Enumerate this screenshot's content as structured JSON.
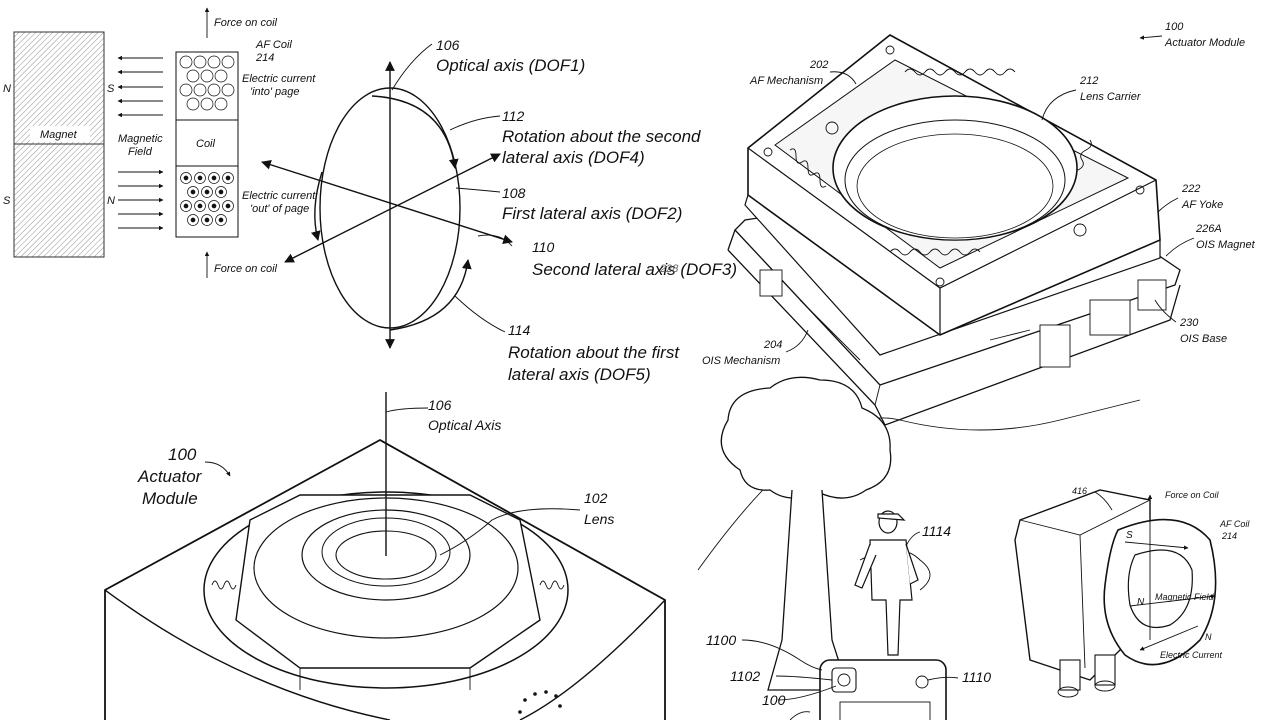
{
  "figure_a": {
    "force_top": "Force on coil",
    "force_bottom": "Force on coil",
    "af_coil": "AF Coil",
    "af_coil_num": "214",
    "current_into_1": "Electric current",
    "current_into_2": "'into' page",
    "current_out_1": "Electric current",
    "current_out_2": "'out' of page",
    "magnet": "Magnet",
    "magnetic_field_1": "Magnetic",
    "magnetic_field_2": "Field",
    "coil": "Coil",
    "n_left": "N",
    "s_left": "S",
    "s_right": "S",
    "n_right": "N"
  },
  "figure_b": {
    "optical_num": "106",
    "optical_axis": "Optical axis (DOF1)",
    "rot2_num": "112",
    "rot2_line1": "Rotation about the second",
    "rot2_line2": "lateral axis (DOF4)",
    "lat1_num": "108",
    "lat1": "First lateral axis (DOF2)",
    "lat2_num": "110",
    "lat2": "Second lateral axis (DOF3)",
    "lat2_ghost": "228",
    "rot1_num": "114",
    "rot1_line1": "Rotation about the first",
    "rot1_line2": "lateral axis (DOF5)"
  },
  "figure_c": {
    "module_num": "100",
    "module_label": "Actuator Module",
    "af_mech_num": "202",
    "af_mech": "AF Mechanism",
    "lens_carrier_num": "212",
    "lens_carrier": "Lens Carrier",
    "af_yoke_num": "222",
    "af_yoke": "AF Yoke",
    "ois_magnet_num": "226A",
    "ois_magnet": "OIS Magnet",
    "ois_mech_num": "204",
    "ois_mech": "OIS Mechanism",
    "ois_base_num": "230",
    "ois_base": "OIS Base"
  },
  "figure_d": {
    "module_num": "100",
    "module_line1": "Actuator",
    "module_line2": "Module",
    "optical_num": "106",
    "optical_axis": "Optical Axis",
    "lens_num": "102",
    "lens": "Lens"
  },
  "figure_e": {
    "person_num": "1114",
    "device_num": "1100",
    "camera_num": "1102",
    "module_num": "100",
    "flash_num": "1110"
  },
  "figure_f": {
    "num": "416",
    "force": "Force on Coil",
    "af_coil": "AF Coil",
    "af_coil_num": "214",
    "s": "S",
    "n": "N",
    "magnetic_field": "Magnetic Field",
    "n2": "N",
    "electric_current": "Electric Current"
  }
}
